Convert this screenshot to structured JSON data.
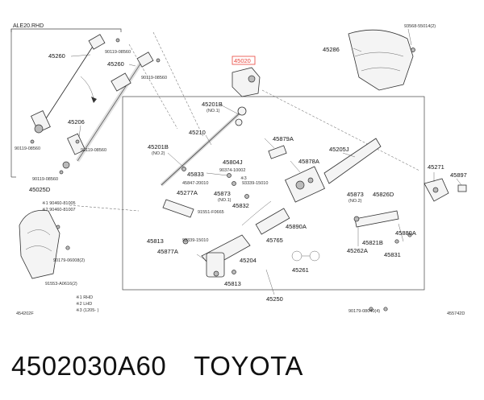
{
  "diagram": {
    "inset_title": "ALE20.RHD",
    "highlight_color": "#e8453c",
    "notes": [
      "※1 RHD",
      "※2 LHD",
      "※3 (1205-    )"
    ],
    "codes": {
      "left": "454202F",
      "right": "455742D"
    },
    "labels": {
      "l45260a": "45260",
      "l45260b": "45260",
      "l90119a": "90119-08560",
      "l90119b": "90119-08560",
      "l90119c": "90119-08560",
      "l90119d": "90119-08560",
      "l90119e": "90119-08560",
      "l45206": "45206",
      "l45025d": "45025D",
      "l90460a": "※1 90460-81005",
      "l90460b": "※2 90460-81007",
      "l90179a": "90179-06008(2)",
      "l91553": "91553-A0616(2)",
      "l45020": "45020",
      "l45201b": "45201B",
      "l45201b_n1": "(NO.1)",
      "l45201b2": "45201B",
      "l45201b2_n2": "(NO.2)",
      "l45210": "45210",
      "l45833": "45833",
      "l45847": "45847-20010",
      "l45277a": "45277A",
      "l90374": "90374-10002",
      "l45804j": "45804J",
      "l45873a": "45873",
      "l45873a_n": "(NO.1)",
      "l3": "※3",
      "l93339a": "93339-15010",
      "l45832": "45832",
      "l91551": "91551-F0665",
      "l45813a": "45813",
      "l93339b": "93339-15010",
      "l45877a": "45877A",
      "l45204": "45204",
      "l45813b": "45813",
      "l45765": "45765",
      "l45890a": "45890A",
      "l45261": "45261",
      "l45250": "45250",
      "l45879a": "45879A",
      "l45878a": "45878A",
      "l45205j": "45205J",
      "l45873b": "45873",
      "l45873b_n": "(NO.2)",
      "l45826d": "45826D",
      "l45880a": "45880A",
      "l45821b": "45821B",
      "l45262a": "45262A",
      "l45831": "45831",
      "l90179b": "90179-08040(4)",
      "l45286": "45286",
      "l93568": "93568-55014(2)",
      "l45271": "45271",
      "l45897": "45897"
    }
  },
  "caption": {
    "part_number": "4502030A60",
    "brand": "TOYOTA"
  }
}
